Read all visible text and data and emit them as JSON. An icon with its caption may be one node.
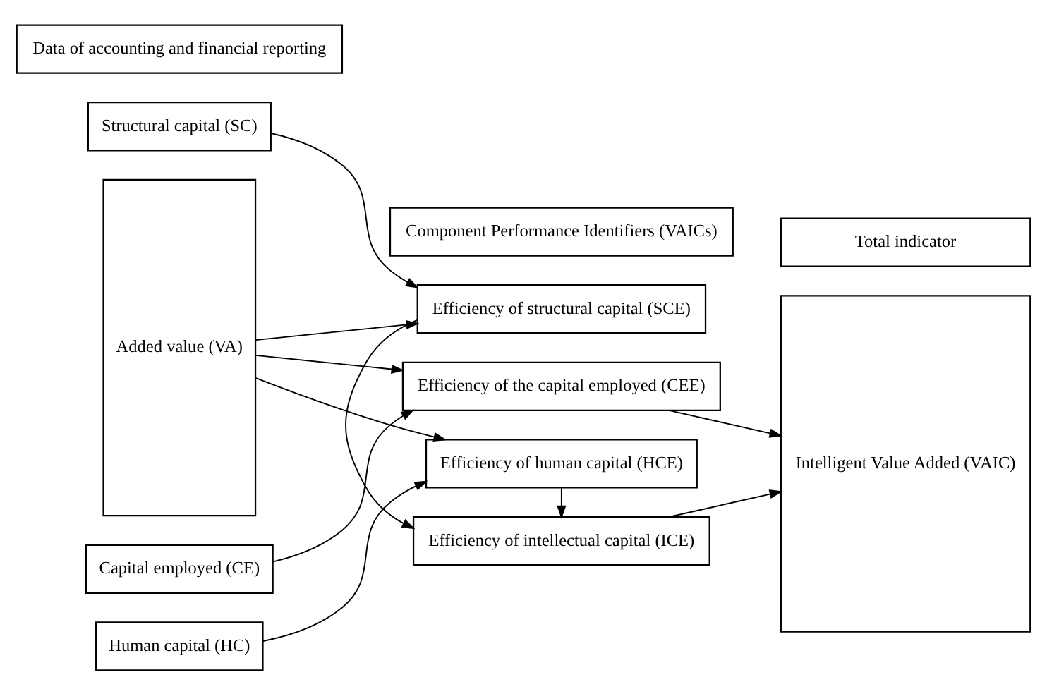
{
  "diagram": {
    "nodes": [
      {
        "text": [
          "Added value (VA)"
        ]
      },
      {
        "text": [
          "Structural capital (SC)"
        ]
      },
      {
        "text": [
          "Efficiency of structural capital (SCE)"
        ]
      },
      {
        "text": [
          "Efficiency of intellectual capital (ICE)"
        ]
      },
      {
        "text": [
          "Human capital (HC)"
        ]
      },
      {
        "text": [
          "Efficiency of human capital (HCE)"
        ]
      },
      {
        "text": [
          "Capital employed (CE)"
        ]
      },
      {
        "text": [
          "Efficiency of the capital employed (CEE)"
        ]
      },
      {
        "text": [
          "Intelligent Value Added (VAIC)"
        ]
      },
      {
        "text": [
          "Data of accounting and financial reporting"
        ]
      },
      {
        "text": [
          "Component Performance Identifiers (VAICs)"
        ]
      },
      {
        "text": [
          "Total indicator"
        ]
      }
    ],
    "edges": [
      {
        "from": 0,
        "to": 2,
        "arrow": "to"
      },
      {
        "from": 1,
        "to": 2,
        "arrow": "to"
      },
      {
        "from": 2,
        "to": 3,
        "arrow": "to"
      },
      {
        "from": 5,
        "to": 3,
        "arrow": "to"
      },
      {
        "from": 3,
        "to": 8,
        "arrow": "to"
      },
      {
        "from": 0,
        "to": 5,
        "arrow": "to"
      },
      {
        "from": 4,
        "to": 5,
        "arrow": "to"
      },
      {
        "from": 0,
        "to": 7,
        "arrow": "to"
      },
      {
        "from": 6,
        "to": 7,
        "arrow": "to"
      },
      {
        "from": 7,
        "to": 8,
        "arrow": "to"
      }
    ]
  }
}
